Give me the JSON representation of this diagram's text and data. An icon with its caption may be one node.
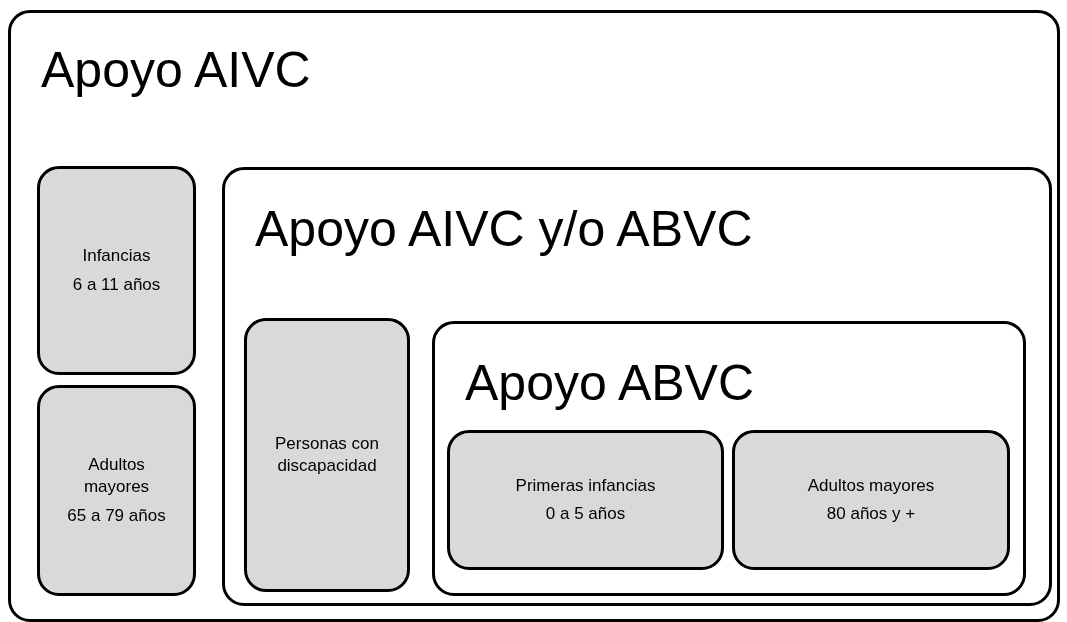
{
  "diagram": {
    "nodes": [
      {
        "text": [
          "Apoyo AIVC"
        ]
      },
      {
        "text": [
          "Infancias",
          "6 a 11 años"
        ],
        "in": 0
      },
      {
        "text": [
          "Adultos mayores",
          "65 a 79 años"
        ],
        "in": 0
      },
      {
        "text": [
          "Apoyo AIVC y/o ABVC"
        ],
        "in": 0
      },
      {
        "text": [
          "Personas con discapacidad"
        ],
        "in": 3
      },
      {
        "text": [
          "Apoyo ABVC"
        ],
        "in": 3
      },
      {
        "text": [
          "Primeras infancias",
          "0 a 5 años"
        ],
        "in": 5
      },
      {
        "text": [
          "Adultos mayores",
          "80 años y +"
        ],
        "in": 5
      }
    ]
  }
}
